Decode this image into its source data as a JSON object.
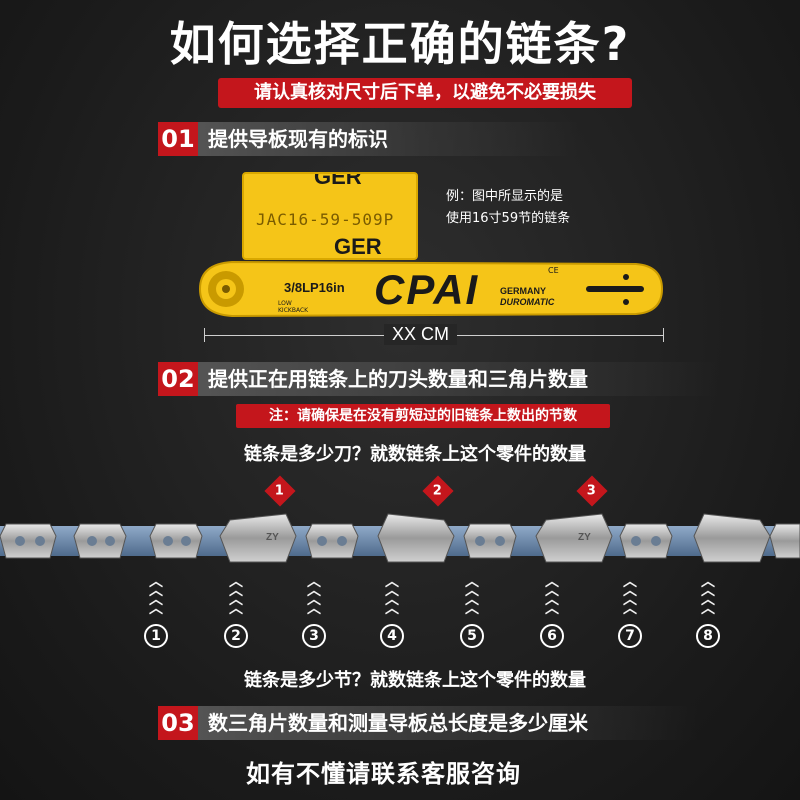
{
  "title": "如何选择正确的链条?",
  "subtitle": "请认真核对尺寸后下单，以避免不必要损失",
  "steps": [
    {
      "number": "01",
      "text": "提供导板现有的标识"
    },
    {
      "number": "02",
      "text": "提供正在用链条上的刀头数量和三角片数量"
    },
    {
      "number": "03",
      "text": "数三角片数量和测量导板总长度是多少厘米"
    }
  ],
  "label_card": {
    "code": "JAC16-59-509P",
    "text_top": "GER"
  },
  "example": {
    "line1": "例：图中所显示的是",
    "line2": "使用16寸59节的链条"
  },
  "guide_bar": {
    "brand": "CPAI",
    "pitch": "3/8LP16in",
    "sub_brand_1": "GERMANY",
    "sub_brand_2": "DUROMATIC",
    "kickback": "LOW KICKBACK",
    "marks": "CE"
  },
  "length_label": "XX CM",
  "note": "注：请确保是在没有剪短过的旧链条上数出的节数",
  "question_cutters": "链条是多少刀？就数链条上这个零件的数量",
  "cutter_numbers": [
    "1",
    "2",
    "3"
  ],
  "link_numbers": [
    "1",
    "2",
    "3",
    "4",
    "5",
    "6",
    "7",
    "8"
  ],
  "chain_stamp": "ZY",
  "question_links": "链条是多少节？就数链条上这个零件的数量",
  "contact": "如有不懂请联系客服咨询",
  "colors": {
    "accent_red": "#c4161c",
    "bar_yellow": "#f5c518",
    "background": "#1e1e1e"
  }
}
